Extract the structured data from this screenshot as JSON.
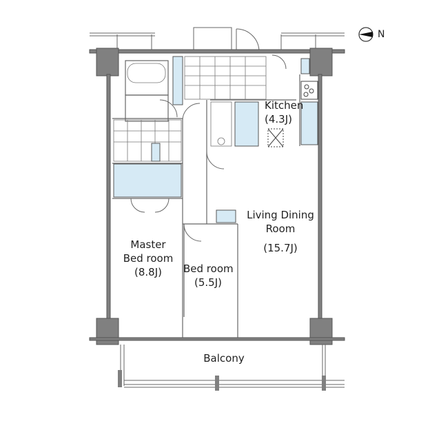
{
  "colors": {
    "wall": "#808080",
    "line": "#555555",
    "fixture": "#d6eaf5",
    "bg": "#ffffff"
  },
  "compass": {
    "label": "N"
  },
  "rooms": {
    "kitchen": {
      "name": "Kitchen",
      "size": "(4.3J)"
    },
    "living": {
      "name1": "Living Dining",
      "name2": "Room",
      "size": "(15.7J)"
    },
    "master": {
      "name1": "Master",
      "name2": "Bed room",
      "size": "(8.8J)"
    },
    "bed": {
      "name": "Bed room",
      "size": "(5.5J)"
    },
    "balcony": {
      "name": "Balcony"
    }
  }
}
